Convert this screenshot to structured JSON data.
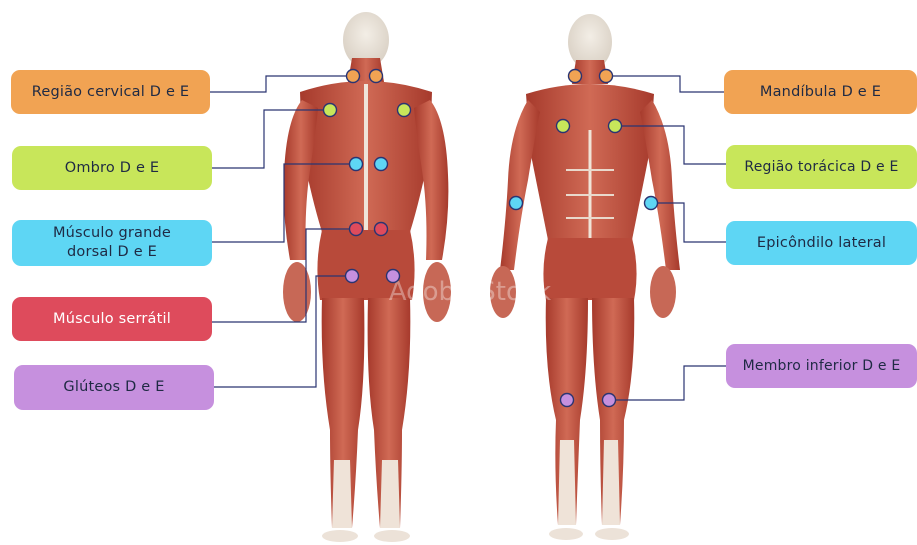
{
  "colors": {
    "orange": "#f1a353",
    "lime": "#c8e65a",
    "cyan": "#5ed6f4",
    "red": "#de4b5c",
    "violet": "#c690de",
    "connector": "#2a3472",
    "muscle": "#c65a48",
    "muscle_dark": "#9c3428",
    "skin": "#e7e0d6",
    "tendon": "#f1e6dc"
  },
  "labels": {
    "regiao_cervical": "Região cervical D e E",
    "ombro": "Ombro D e E",
    "musculo_grande_dorsal_line1": "Músculo grande",
    "musculo_grande_dorsal_line2": "dorsal D e E",
    "musculo_serratil": "Músculo serrátil",
    "gluteos": "Glúteos D e E",
    "mandibula": "Mandíbula D e E",
    "regiao_toracica": "Região torácica D e E",
    "epicondilo_lateral": "Epicôndilo lateral",
    "membro_inferior": "Membro inferior D e E"
  },
  "watermark": "Adobe Stock",
  "figures": {
    "back_view": "back-view-anatomy",
    "front_view": "front-view-anatomy"
  }
}
